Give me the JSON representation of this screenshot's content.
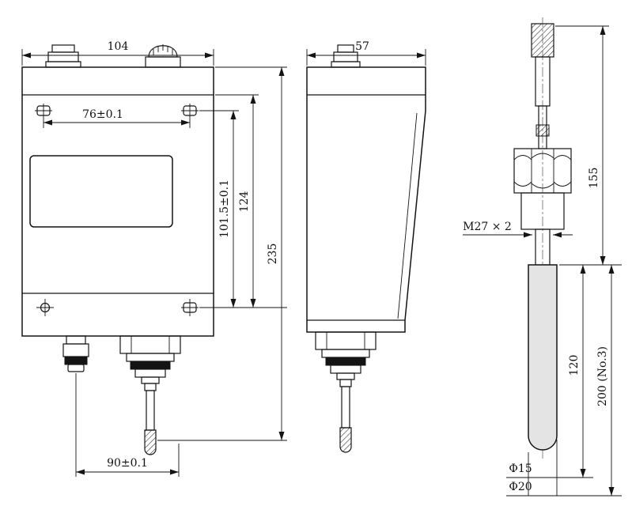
{
  "front_view": {
    "dim_width": "104",
    "dim_hole_spacing": "76±0.1",
    "dim_hole_vertical": "101.5±0.1",
    "dim_body_height": "124",
    "dim_total_height": "235",
    "dim_bottom_spacing": "90±0.1"
  },
  "side_view": {
    "dim_depth": "57"
  },
  "probe_view": {
    "dim_thread": "M27 × 2",
    "dim_upper_length": "155",
    "dim_immersion_length": "120",
    "dim_total_length": "200 (No.3)",
    "dim_probe_diameter": "Φ15",
    "dim_sleeve_diameter": "Φ20"
  }
}
